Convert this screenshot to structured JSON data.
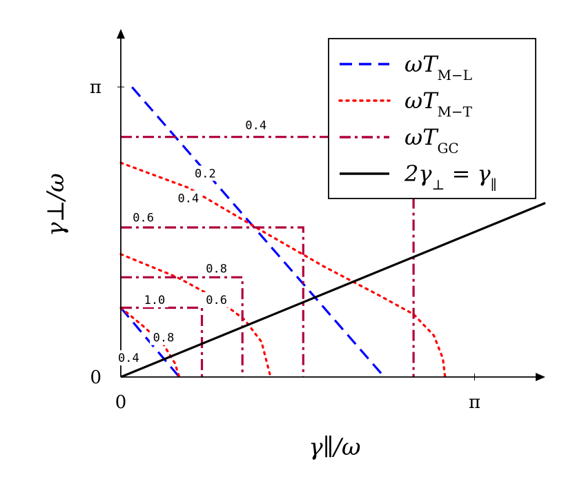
{
  "chart_data": {
    "type": "line",
    "xlabel": "γ∥/ω",
    "ylabel": "γ⊥/ω",
    "x_ticks": [
      {
        "value": 0,
        "label": "0"
      },
      {
        "value": 3.14159,
        "label": "π"
      }
    ],
    "y_ticks": [
      {
        "value": 0,
        "label": "0"
      },
      {
        "value": 3.14159,
        "label": "π"
      }
    ],
    "xlim": [
      0,
      3.77
    ],
    "ylim": [
      0,
      3.77
    ],
    "legend_position": "top-right",
    "series": [
      {
        "name": "ωT_M−L",
        "style": "dashed",
        "color": "#0000ff",
        "segments": [
          {
            "label": "0.4",
            "points": [
              [
                0,
                0.75
              ],
              [
                0.52,
                0
              ]
            ]
          },
          {
            "label": "0.2",
            "points": [
              [
                0.1,
                3.14
              ],
              [
                2.34,
                0
              ]
            ]
          }
        ]
      },
      {
        "name": "ωT_M−T",
        "style": "dotted",
        "color": "#ff0000",
        "segments": [
          {
            "label": "0.8",
            "points": [
              [
                0,
                0.75
              ],
              [
                0.2,
                0.55
              ],
              [
                0.38,
                0.35
              ],
              [
                0.48,
                0.15
              ],
              [
                0.52,
                0
              ]
            ]
          },
          {
            "label": "0.6",
            "points": [
              [
                0,
                1.33
              ],
              [
                0.5,
                1.08
              ],
              [
                0.85,
                0.85
              ],
              [
                1.1,
                0.62
              ],
              [
                1.25,
                0.38
              ],
              [
                1.33,
                0
              ]
            ]
          },
          {
            "label": "0.4",
            "points": [
              [
                0,
                2.32
              ],
              [
                0.6,
                2.05
              ],
              [
                1.2,
                1.62
              ],
              [
                1.8,
                1.2
              ],
              [
                2.3,
                0.88
              ],
              [
                2.6,
                0.68
              ],
              [
                2.78,
                0.45
              ],
              [
                2.86,
                0.2
              ],
              [
                2.88,
                0
              ]
            ]
          }
        ]
      },
      {
        "name": "ωT_GC",
        "style": "dashdot",
        "color": "#b0003a",
        "segments": [
          {
            "label": "1.0",
            "points": [
              [
                0,
                0.75
              ],
              [
                0.72,
                0.75
              ],
              [
                0.72,
                0
              ]
            ]
          },
          {
            "label": "0.8",
            "points": [
              [
                0,
                1.08
              ],
              [
                1.08,
                1.08
              ],
              [
                1.08,
                0
              ]
            ]
          },
          {
            "label": "0.6",
            "points": [
              [
                0,
                1.62
              ],
              [
                1.62,
                1.62
              ],
              [
                1.62,
                0
              ]
            ]
          },
          {
            "label": "0.4",
            "points": [
              [
                0,
                2.6
              ],
              [
                2.6,
                2.6
              ],
              [
                2.6,
                0
              ]
            ]
          }
        ]
      },
      {
        "name": "2γ⊥ = γ∥",
        "style": "solid",
        "color": "#000000",
        "segments": [
          {
            "label": "",
            "points": [
              [
                0,
                0
              ],
              [
                3.77,
                1.885
              ]
            ]
          }
        ]
      }
    ],
    "curve_labels": [
      {
        "text": "0.4",
        "x": 1.2,
        "y": 2.72
      },
      {
        "text": "0.2",
        "x": 0.75,
        "y": 2.2
      },
      {
        "text": "0.4",
        "x": 0.6,
        "y": 1.93
      },
      {
        "text": "0.6",
        "x": 0.2,
        "y": 1.72
      },
      {
        "text": "0.8",
        "x": 0.85,
        "y": 1.17
      },
      {
        "text": "1.0",
        "x": 0.3,
        "y": 0.83
      },
      {
        "text": "0.6",
        "x": 0.85,
        "y": 0.83
      },
      {
        "text": "0.8",
        "x": 0.38,
        "y": 0.42
      },
      {
        "text": "0.4",
        "x": 0.07,
        "y": 0.2
      }
    ],
    "legend": [
      {
        "label": "ωT",
        "sub": "M−L",
        "style": "dashed",
        "color": "#0000ff"
      },
      {
        "label": "ωT",
        "sub": "M−T",
        "style": "dotted",
        "color": "#ff0000"
      },
      {
        "label": "ωT",
        "sub": "GC",
        "style": "dashdot",
        "color": "#b0003a"
      },
      {
        "label": "2γ",
        "sub": "⊥",
        "rest": " = γ",
        "sub2": "∥",
        "style": "solid",
        "color": "#000000"
      }
    ]
  }
}
